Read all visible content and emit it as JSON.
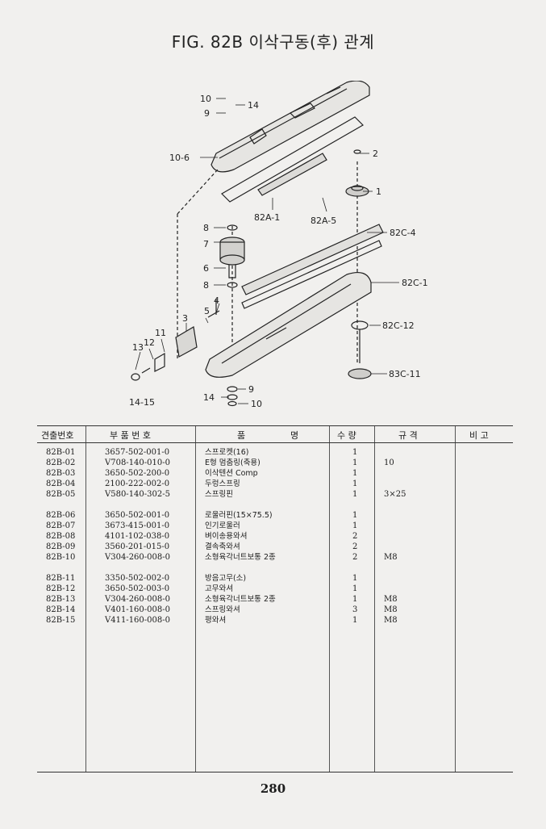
{
  "title": "FIG. 82B 이삭구동(후) 관계",
  "callouts": {
    "c10a": "10",
    "c14a": "14",
    "c9a": "9",
    "c10_6": "10-6",
    "c2": "2",
    "c1": "1",
    "c8a": "8",
    "c7": "7",
    "c82a1": "82A-1",
    "c82a5": "82A-5",
    "c82c4": "82C-4",
    "c6": "6",
    "c8b": "8",
    "c82c1": "82C-1",
    "c4": "4",
    "c5": "5",
    "c3": "3",
    "c11": "11",
    "c12": "12",
    "c13": "13",
    "c82c12": "82C-12",
    "c83c11": "83C-11",
    "c9b": "9",
    "c14b": "14",
    "c10b": "10",
    "c14_15": "14-15"
  },
  "table": {
    "headers": {
      "ref": "견출번호",
      "part_no": "부 품 번 호",
      "name": "품",
      "name2": "명",
      "qty": "수 량",
      "spec": "규 격",
      "remarks": "비 고"
    },
    "groups": [
      [
        {
          "ref": "82B-01",
          "part_no": "3657-502-001-0",
          "desc": "스프로켓(16)",
          "qty": "1",
          "spec": ""
        },
        {
          "ref": "82B-02",
          "part_no": "V708-140-010-0",
          "desc": "E형 멈춤링(축용)",
          "qty": "1",
          "spec": "10"
        },
        {
          "ref": "82B-03",
          "part_no": "3650-502-200-0",
          "desc": "이삭텐션 Comp",
          "qty": "1",
          "spec": ""
        },
        {
          "ref": "82B-04",
          "part_no": "2100-222-002-0",
          "desc": "두렁스프링",
          "qty": "1",
          "spec": ""
        },
        {
          "ref": "82B-05",
          "part_no": "V580-140-302-5",
          "desc": "스프링핀",
          "qty": "1",
          "spec": "3×25"
        }
      ],
      [
        {
          "ref": "82B-06",
          "part_no": "3650-502-001-0",
          "desc": "로울러핀(15×75.5)",
          "qty": "1",
          "spec": ""
        },
        {
          "ref": "82B-07",
          "part_no": "3673-415-001-0",
          "desc": "인기로울러",
          "qty": "1",
          "spec": ""
        },
        {
          "ref": "82B-08",
          "part_no": "4101-102-038-0",
          "desc": "벼이송용와셔",
          "qty": "2",
          "spec": ""
        },
        {
          "ref": "82B-09",
          "part_no": "3560-201-015-0",
          "desc": "결속축와셔",
          "qty": "2",
          "spec": ""
        },
        {
          "ref": "82B-10",
          "part_no": "V304-260-008-0",
          "desc": "소형육각너트보통 2종",
          "qty": "2",
          "spec": "M8"
        }
      ],
      [
        {
          "ref": "82B-11",
          "part_no": "3350-502-002-0",
          "desc": "방음고무(소)",
          "qty": "1",
          "spec": ""
        },
        {
          "ref": "82B-12",
          "part_no": "3650-502-003-0",
          "desc": "고무와셔",
          "qty": "1",
          "spec": ""
        },
        {
          "ref": "82B-13",
          "part_no": "V304-260-008-0",
          "desc": "소형육각너트보통 2종",
          "qty": "1",
          "spec": "M8"
        },
        {
          "ref": "82B-14",
          "part_no": "V401-160-008-0",
          "desc": "스프링와셔",
          "qty": "3",
          "spec": "M8"
        },
        {
          "ref": "82B-15",
          "part_no": "V411-160-008-0",
          "desc": "평와셔",
          "qty": "1",
          "spec": "M8"
        }
      ]
    ]
  },
  "page_number": "280"
}
